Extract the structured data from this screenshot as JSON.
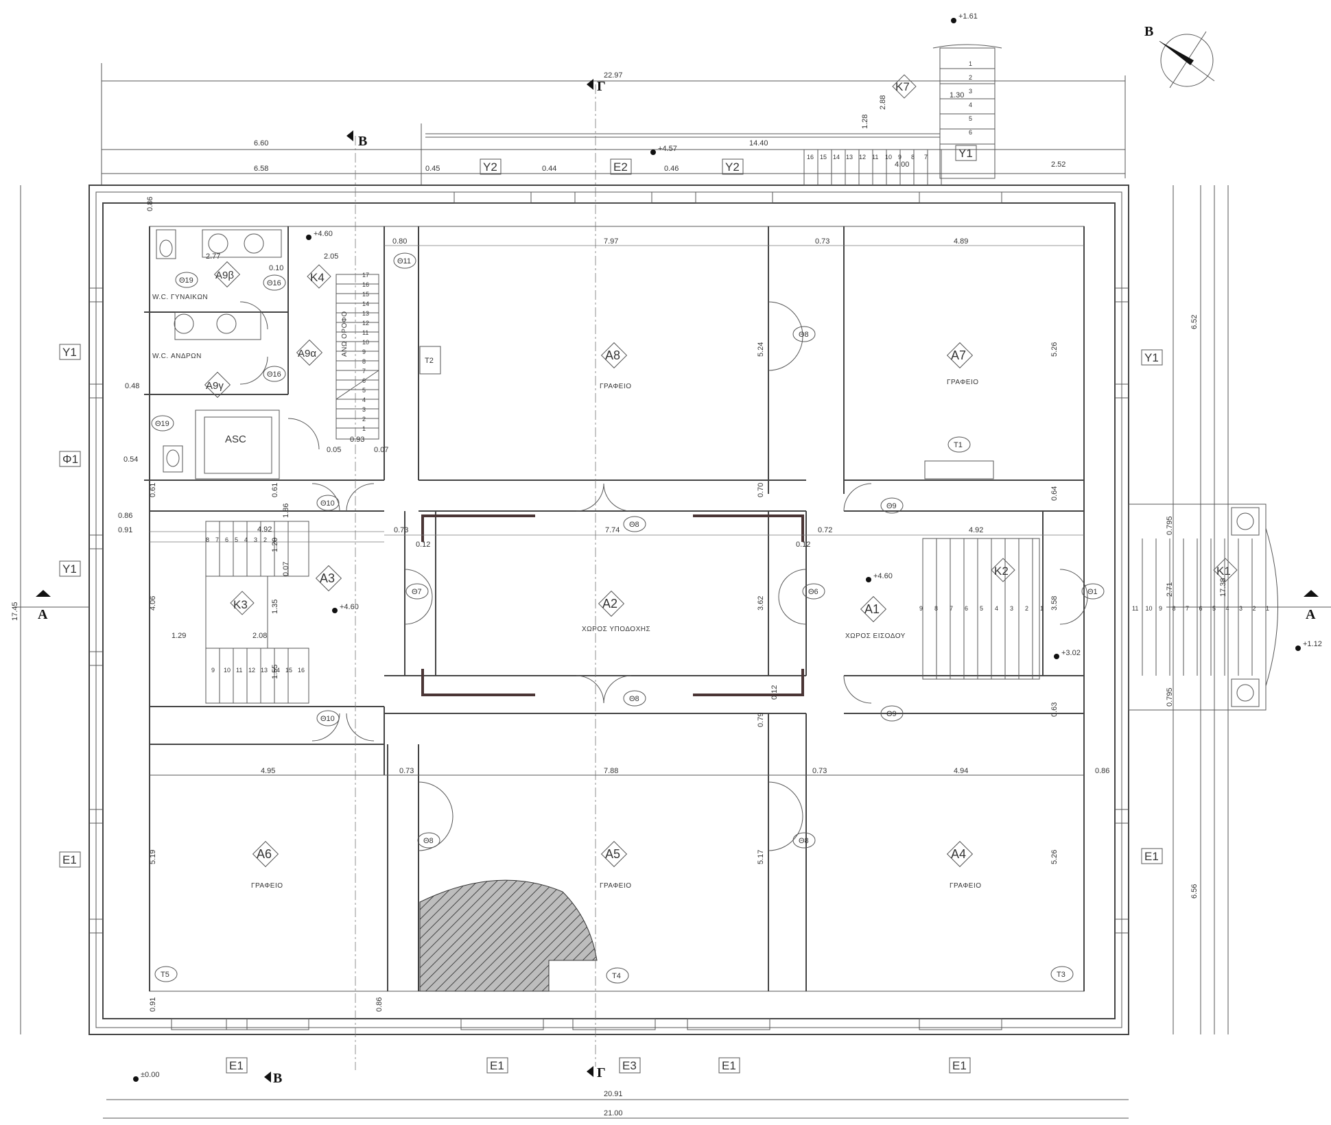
{
  "drawing": {
    "compass_label": "B",
    "levels": {
      "ground": "±0.00",
      "stair_top": "+1.61",
      "north_terrace": "+4.57",
      "wc_level": "+4.60",
      "hall_a3": "+4.60",
      "hall_a1": "+4.60",
      "entry_step": "+3.02",
      "entry_landing": "+1.12"
    },
    "sections": {
      "a_left": "A",
      "a_right": "A",
      "b_top": "B",
      "b_bottom": "B",
      "g_top": "Γ",
      "g_bottom": "Γ"
    },
    "rooms": {
      "a1": {
        "code": "A1",
        "name": "ΧΩΡΟΣ ΕΙΣΟΔΟΥ"
      },
      "a2": {
        "code": "A2",
        "name": "ΧΩΡΟΣ ΥΠΟΔΟΧΗΣ"
      },
      "a3": {
        "code": "A3"
      },
      "a4": {
        "code": "A4",
        "name": "ΓΡΑΦΕΙΟ"
      },
      "a5": {
        "code": "A5",
        "name": "ΓΡΑΦΕΙΟ"
      },
      "a6": {
        "code": "A6",
        "name": "ΓΡΑΦΕΙΟ"
      },
      "a7": {
        "code": "A7",
        "name": "ΓΡΑΦΕΙΟ"
      },
      "a8": {
        "code": "A8",
        "name": "ΓΡΑΦΕΙΟ"
      },
      "a9a": {
        "code": "A9α"
      },
      "a9b": {
        "code": "A9β",
        "name": "W.C. ΓΥΝΑΙΚΩΝ"
      },
      "a9g": {
        "code": "A9γ",
        "name": "W.C. ΑΝΔΡΩΝ"
      },
      "asc": {
        "code": "ASC"
      }
    },
    "stairs": {
      "k1": "K1",
      "k2": "K2",
      "k3": "K3",
      "k4": "K4",
      "k7": "K7",
      "k4_label": "ΑΝΩ ΟΡΟΦΟ",
      "k4_steps": [
        "17",
        "16",
        "15",
        "14",
        "13",
        "12",
        "11",
        "10",
        "9",
        "8",
        "7",
        "6",
        "5",
        "4",
        "3",
        "2",
        "1"
      ],
      "k2_steps": [
        "9",
        "8",
        "7",
        "6",
        "5",
        "4",
        "3",
        "2",
        "1"
      ],
      "k1_steps": [
        "11",
        "10",
        "9",
        "8",
        "7",
        "6",
        "5",
        "4",
        "3",
        "2",
        "1"
      ],
      "k3_upper_steps": [
        "8",
        "7",
        "6",
        "5",
        "4",
        "3",
        "2",
        "1"
      ],
      "k3_lower_steps": [
        "9",
        "10",
        "11",
        "12",
        "13",
        "14",
        "15",
        "16"
      ],
      "k7_upper_steps": [
        "1",
        "2",
        "3",
        "4",
        "5",
        "6"
      ],
      "k7_lower_steps": [
        "16",
        "15",
        "14",
        "13",
        "12",
        "11",
        "10",
        "9",
        "8",
        "7"
      ]
    },
    "doors": {
      "d11": "Θ11",
      "d19a": "Θ19",
      "d19b": "Θ19",
      "d16a": "Θ16",
      "d16b": "Θ16",
      "d10a": "Θ10",
      "d10b": "Θ10",
      "d7": "Θ7",
      "d6": "Θ6",
      "d1": "Θ1",
      "d8_hall_n": "Θ8",
      "d8_hall_s": "Θ8",
      "d8_a5": "Θ8",
      "d8_a4": "Θ8",
      "d8_a8": "Θ8",
      "d9_n": "Θ9",
      "d9_s": "Θ9"
    },
    "windows": {
      "n1": "Y2",
      "n2": "E2",
      "n3": "Y2",
      "ny1": "Y1",
      "w1": "Y1",
      "w2": "Φ1",
      "w3": "Y1",
      "w4": "E1",
      "e1": "Y1",
      "e2": "E1",
      "s1": "E1",
      "s2": "E1",
      "s3": "E3",
      "s4": "E1",
      "s5": "E1"
    },
    "fixtures": {
      "t1": "T1",
      "t2": "T2",
      "t3": "T3",
      "t4": "T4",
      "t5": "T5"
    },
    "dimensions": {
      "top_overall": "22.97",
      "top_left": "6.60",
      "top_right": "14.40",
      "top_left2": "6.58",
      "n_045": "0.45",
      "n_044": "0.44",
      "n_046": "0.46",
      "n_252": "2.52",
      "n_400": "4.00",
      "k7_288": "2.88",
      "k7_130": "1.30",
      "k7_128": "1.28",
      "v_086": "0.86",
      "wc_277": "2.77",
      "wc_010": "0.10",
      "wc_205": "2.05",
      "wc_080": "0.80",
      "r_797": "7.97",
      "r_073a": "0.73",
      "r_489": "4.89",
      "a8_524": "5.24",
      "a7_526": "5.26",
      "wc_048": "0.48",
      "wc_054": "0.54",
      "st_093": "0.93",
      "st_005": "0.05",
      "st_007": "0.07",
      "h_061a": "0.61",
      "h_061b": "0.61",
      "h_086": "0.86",
      "h_091": "0.91",
      "k3_492": "4.92",
      "k3_120": "1.20",
      "k3_007": "0.07",
      "k3_186": "1.86",
      "k3_135": "1.35",
      "k3_129": "1.29",
      "k3_208": "2.08",
      "k3_155": "1.55",
      "h_406": "4.06",
      "h_073b": "0.73",
      "h_012a": "0.12",
      "h_774": "7.74",
      "h_012b": "0.12",
      "h_072": "0.72",
      "h_070": "0.70",
      "h_362": "3.62",
      "h_079": "0.79",
      "h_012c": "0.12",
      "k2_492": "4.92",
      "k2_064": "0.64",
      "k2_358": "3.58",
      "k2_063": "0.63",
      "k1_0795a": "0.795",
      "k1_271": "2.71",
      "k1_0795b": "0.795",
      "k1_1738": "17.38",
      "east_652": "6.52",
      "east_656": "6.56",
      "west_1745": "17.45",
      "s_495": "4.95",
      "s_073a": "0.73",
      "s_788": "7.88",
      "s_073b": "0.73",
      "s_494": "4.94",
      "s_086": "0.86",
      "a6_519": "5.19",
      "a5_517": "5.17",
      "a4_526": "5.26",
      "s_091": "0.91",
      "s_086b": "0.86",
      "bottom_2091": "20.91",
      "bottom_2100": "21.00"
    }
  }
}
